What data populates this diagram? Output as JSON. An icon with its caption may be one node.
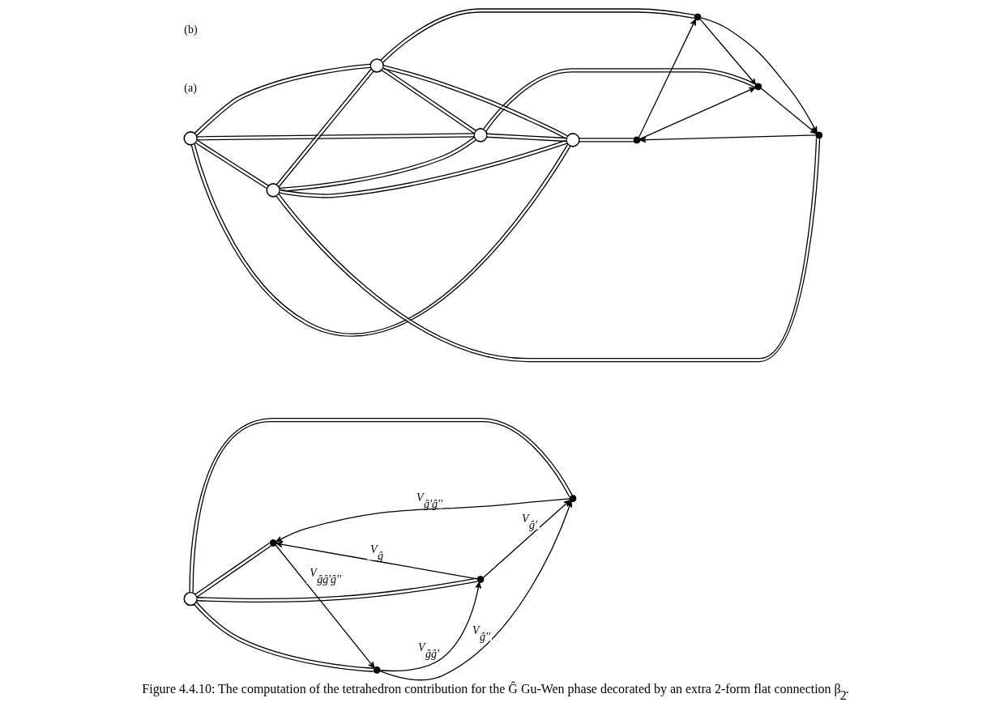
{
  "diagram": {
    "caption": "Figure 4.4.10: The computation of the tetrahedron contribution for the Ĝ Gu-Wen phase decorated by an extra 2-form flat connection β$_{2}$.",
    "nodes": [
      {
        "text": [],
        "shape": "circle"
      },
      {
        "text": [],
        "shape": "dot"
      },
      {
        "text": [],
        "shape": "dot"
      },
      {
        "text": [],
        "shape": "dot"
      },
      {
        "text": [],
        "shape": "dot"
      },
      {
        "text": [],
        "shape": "circle"
      },
      {
        "text": [],
        "shape": "circle"
      },
      {
        "text": [],
        "shape": "circle"
      },
      {
        "text": [],
        "shape": "circle"
      },
      {
        "text": [],
        "shape": "circle"
      },
      {
        "text": [],
        "shape": "dot"
      },
      {
        "text": [],
        "shape": "dot"
      },
      {
        "text": [],
        "shape": "dot"
      },
      {
        "text": [],
        "shape": "dot"
      }
    ],
    "edges": [
      {
        "from": 0,
        "to": 1,
        "arrow": "none"
      },
      {
        "from": 0,
        "to": 2,
        "arrow": "none"
      },
      {
        "from": 0,
        "to": 3,
        "arrow": "none"
      },
      {
        "from": 0,
        "to": 4,
        "arrow": "none"
      },
      {
        "from": 3,
        "to": 1,
        "arrow": "to",
        "label": "V$_{ĝ}$"
      },
      {
        "from": 3,
        "to": 2,
        "arrow": "to",
        "label": "V$_{ĝ'}$"
      },
      {
        "from": 2,
        "to": 1,
        "arrow": "to",
        "label": "V$_{ĝ'ĝ''}$"
      },
      {
        "from": 4,
        "to": 3,
        "arrow": "to",
        "label": "V$_{ĝĝ'}$"
      },
      {
        "from": 4,
        "to": 2,
        "arrow": "to",
        "label": "V$_{ĝ''}$"
      },
      {
        "from": 1,
        "to": 4,
        "arrow": "to",
        "label": "V$_{ĝĝ'ĝ''}$"
      },
      {
        "from": 5,
        "to": 6,
        "arrow": "none"
      },
      {
        "from": 5,
        "to": 8,
        "arrow": "none"
      },
      {
        "from": 5,
        "to": 7,
        "arrow": "none"
      },
      {
        "from": 5,
        "to": 9,
        "arrow": "none"
      },
      {
        "from": 6,
        "to": 8,
        "arrow": "none"
      },
      {
        "from": 6,
        "to": 7,
        "arrow": "none"
      },
      {
        "from": 6,
        "to": 10,
        "arrow": "none"
      },
      {
        "from": 6,
        "to": 9,
        "arrow": "none"
      },
      {
        "from": 8,
        "to": 7,
        "arrow": "none"
      },
      {
        "from": 8,
        "to": 12,
        "arrow": "none"
      },
      {
        "from": 8,
        "to": 9,
        "arrow": "none"
      },
      {
        "from": 7,
        "to": 9,
        "arrow": "none"
      },
      {
        "from": 7,
        "to": 11,
        "arrow": "none"
      },
      {
        "from": 9,
        "to": 13,
        "arrow": "none"
      },
      {
        "from": 12,
        "to": 10,
        "arrow": "to"
      },
      {
        "from": 12,
        "to": 11,
        "arrow": "to"
      },
      {
        "from": 11,
        "to": 10,
        "arrow": "to"
      },
      {
        "from": 13,
        "to": 12,
        "arrow": "to"
      },
      {
        "from": 13,
        "to": 11,
        "arrow": "to"
      },
      {
        "from": 10,
        "to": 13,
        "arrow": "to"
      }
    ],
    "labels": [
      "(a)",
      "(b)"
    ]
  }
}
